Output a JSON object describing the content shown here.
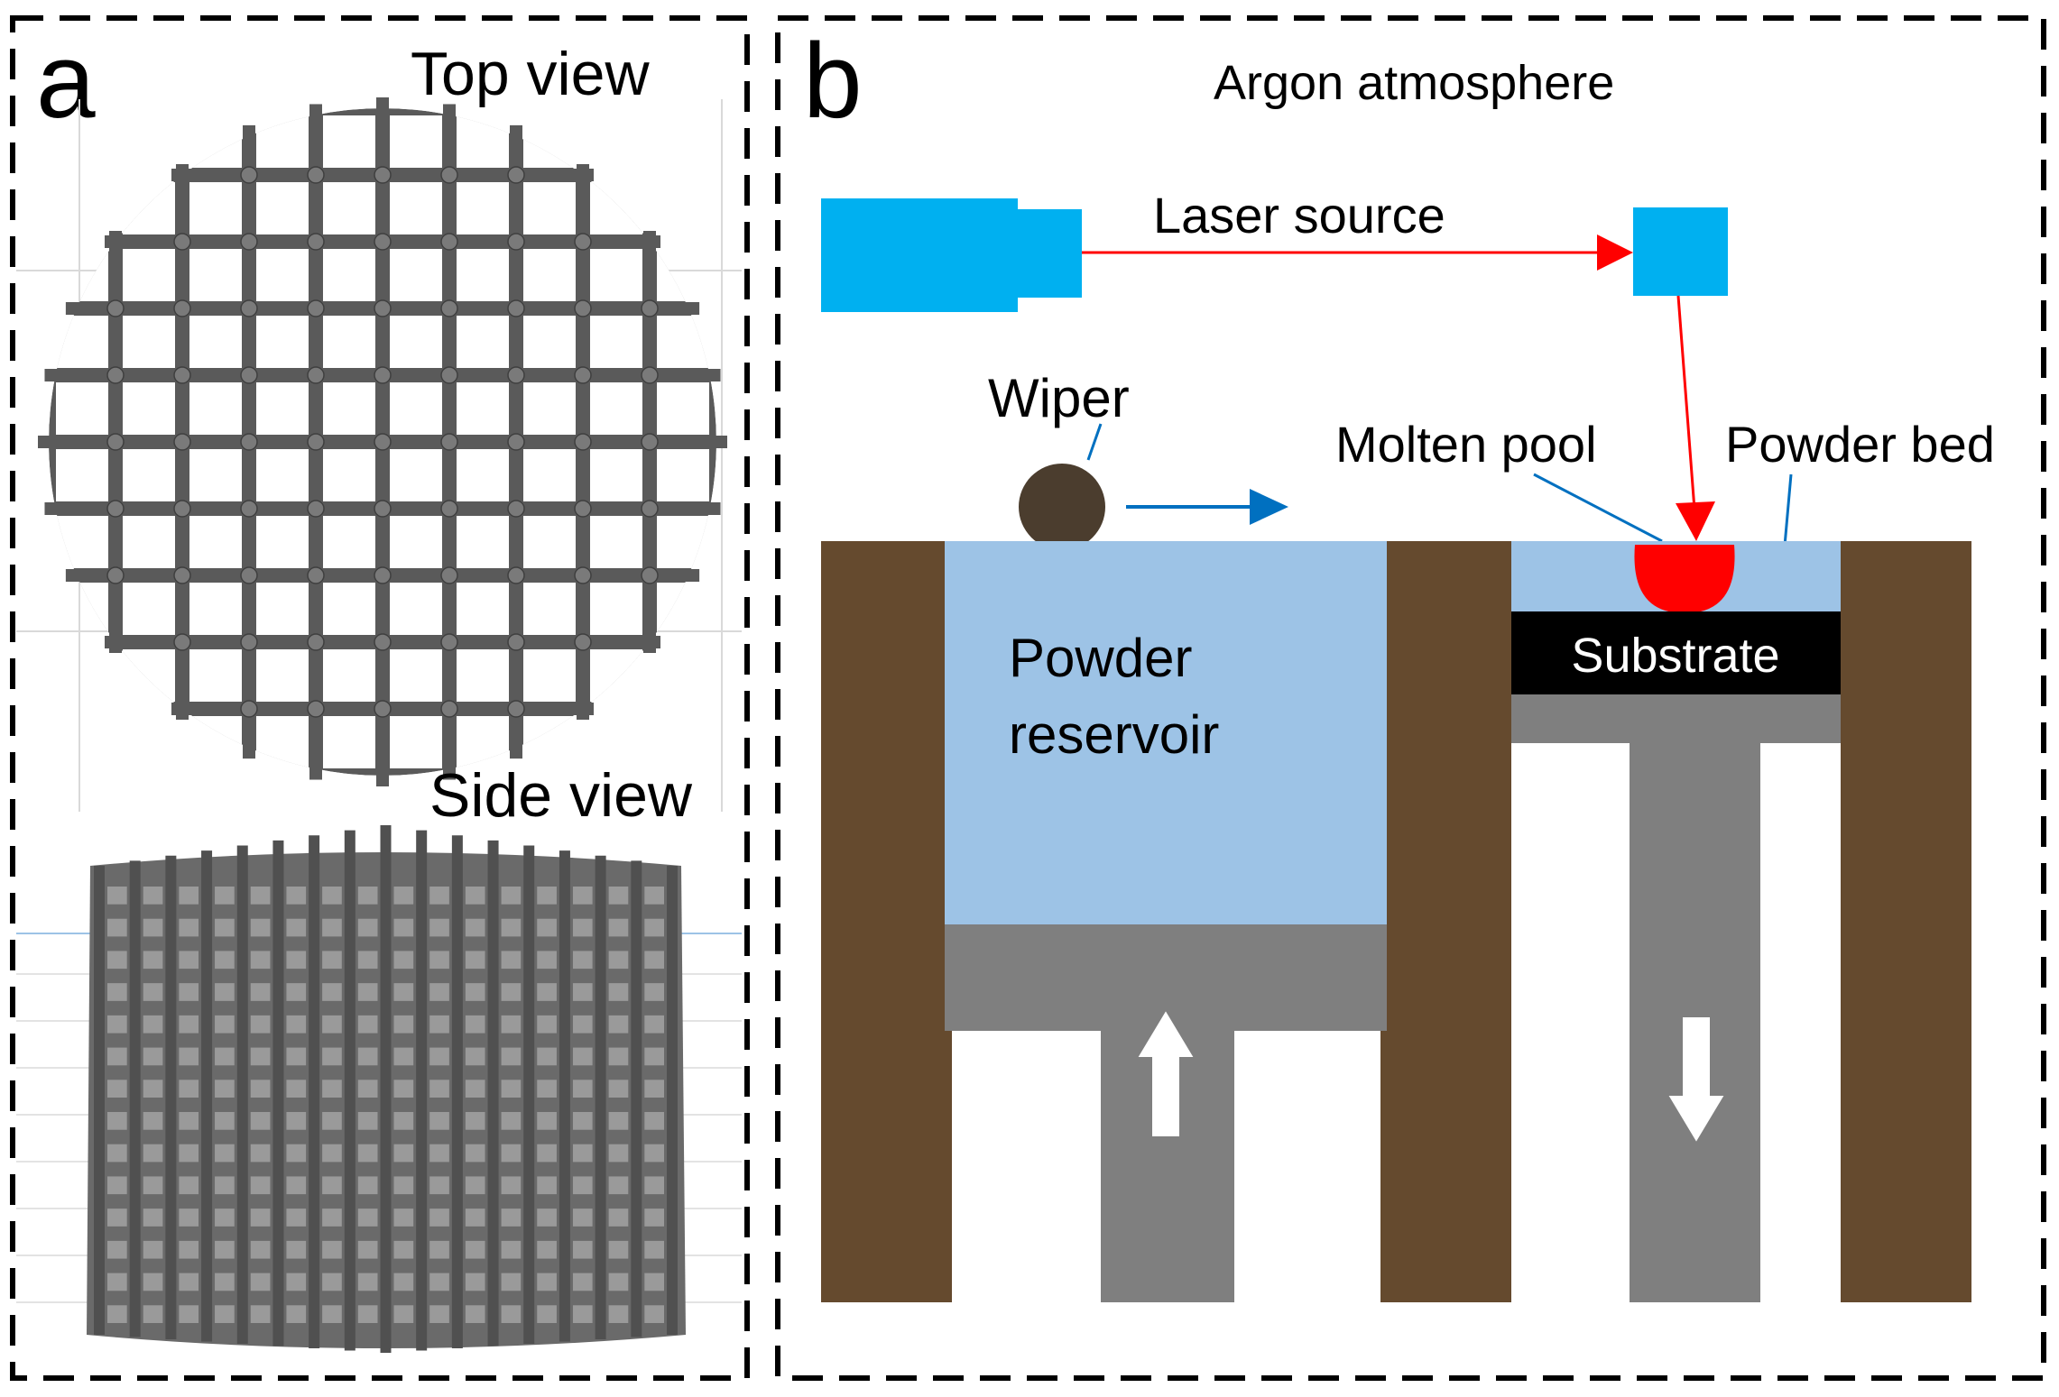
{
  "panel_a": {
    "letter": "a",
    "top_view_label": "Top view",
    "side_view_label": "Side view",
    "lattice_color": "#5a5a5a",
    "lattice_cells": 10
  },
  "panel_b": {
    "letter": "b",
    "atmosphere_label": "Argon atmosphere",
    "laser_label": "Laser source",
    "wiper_label": "Wiper",
    "molten_pool_label": "Molten pool",
    "powder_bed_label": "Powder bed",
    "reservoir_label_line1": "Powder",
    "reservoir_label_line2": "reservoir",
    "substrate_label": "Substrate",
    "colors": {
      "laser_device": "#00b0f0",
      "laser_beam": "#ff0000",
      "wall": "#654a2e",
      "powder": "#9dc3e6",
      "piston": "#7f7f7f",
      "substrate": "#000000",
      "molten_pool": "#ff0000",
      "wiper": "#4b3d2e",
      "wiper_arrow": "#0070c0",
      "arrow_fill": "#ffffff"
    },
    "platform_arrows": [
      "up-arrow",
      "down-arrow"
    ]
  }
}
